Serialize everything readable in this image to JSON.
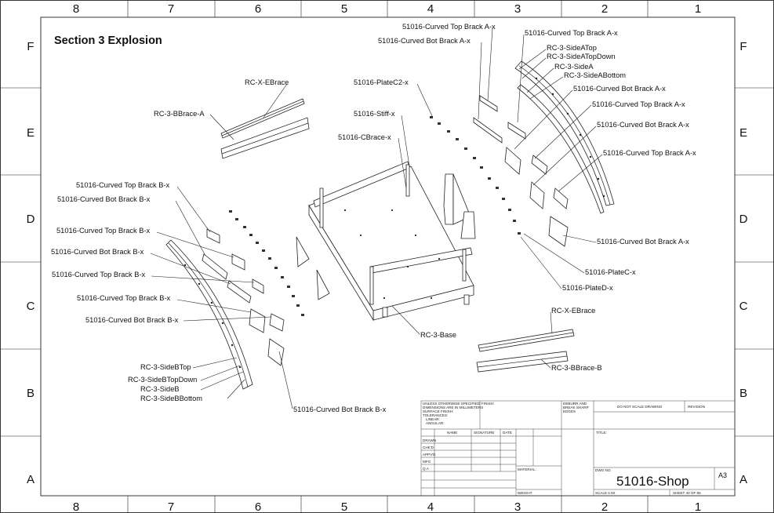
{
  "sheet_title": "Section 3 Explosion",
  "zones": {
    "columns": [
      "8",
      "7",
      "6",
      "5",
      "4",
      "3",
      "2",
      "1"
    ],
    "rows": [
      "F",
      "E",
      "D",
      "C",
      "B",
      "A"
    ]
  },
  "callouts": [
    "51016-Curved Top Brack A-x",
    "51016-Curved Bot Brack A-x",
    "51016-Curved Top Brack A-x",
    "RC-3-SideATop",
    "RC-3-SideATopDown",
    "RC-3-SideA",
    "RC-3-SideABottom",
    "51016-Curved Bot Brack A-x",
    "51016-Curved Top Brack A-x",
    "51016-Curved Bot Brack A-x",
    "51016-Curved Top Brack A-x",
    "RC-X-EBrace",
    "RC-3-BBrace-A",
    "51016-PlateC2-x",
    "51016-Stiff-x",
    "51016-CBrace-x",
    "51016-Curved Top Brack B-x",
    "51016-Curved Bot Brack B-x",
    "51016-Curved Top Brack B-x",
    "51016-Curved Bot Brack B-x",
    "51016-Curved Top Brack B-x",
    "51016-Curved Top Brack B-x",
    "51016-Curved Bot Brack B-x",
    "51016-Curved Bot Brack A-x",
    "51016-PlateC-x",
    "51016-PlateD-x",
    "RC-3-Base",
    "RC-X-EBrace",
    "RC-3-BBrace-B",
    "RC-3-SideBTop",
    "RC-3-SideBTopDown",
    "RC-3-SideB",
    "RC-3-SideBBottom",
    "51016-Curved Bot Brack B-x"
  ],
  "title_block": {
    "tolerance_note": [
      "UNLESS OTHERWISE SPECIFIED:",
      "DIMENSIONS ARE IN MILLIMETERS",
      "SURFACE FINISH:",
      "TOLERANCES:",
      "LINEAR:",
      "ANGULAR:"
    ],
    "finish": "FINISH:",
    "deburr": [
      "DEBURR AND",
      "BREAK SHARP",
      "EDGES"
    ],
    "do_not_scale": "DO NOT SCALE DRAWING",
    "revision": "REVISION",
    "col_name": "NAME",
    "col_signature": "SIGNATURE",
    "col_date": "DATE",
    "row_labels": [
      "DRAWN",
      "CHK'D",
      "APPV'D",
      "MFG",
      "Q.A"
    ],
    "title_label": "TITLE:",
    "material": "MATERIAL:",
    "weight": "WEIGHT:",
    "dwg_no_label": "DWG NO.",
    "dwg_no": "51016-Shop",
    "size": "A3",
    "scale": "SCALE:1:50",
    "sheet": "SHEET 40 OF 85"
  }
}
